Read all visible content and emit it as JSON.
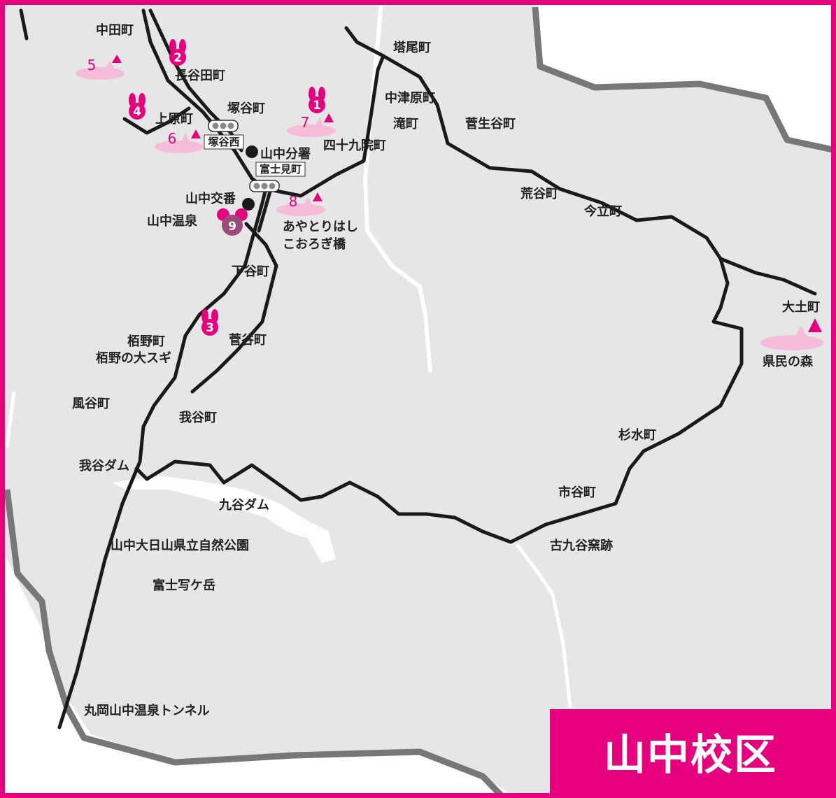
{
  "title": "山中校区",
  "colors": {
    "frame": "#e6007e",
    "land": "#e6e6e6",
    "border": "#777777",
    "road": "#1a1a1a",
    "river": "#ffffff",
    "marker": "#e6007e",
    "blossom": "#f4bcd8",
    "station": "#9b4a7b"
  },
  "places": {
    "nakata": "中田町",
    "haseda": "長谷田町",
    "uehara": "上原町",
    "tsukaya": "塚谷町",
    "tonoo": "塔尾町",
    "nakatsuhara": "中津原町",
    "taki": "滝町",
    "sugoya": "菅生谷町",
    "shijukuin": "四十九院町",
    "aratani": "荒谷町",
    "imadachi": "今立町",
    "oodo": "大土町",
    "kenmin": "県民の森",
    "shimotani": "下谷町",
    "sugatani": "菅谷町",
    "tochino": "栢野町",
    "tochino_sugi": "栢野の大スギ",
    "kazatani": "風谷町",
    "wagatani": "我谷町",
    "wagatani_dam": "我谷ダム",
    "kutani_dam": "九谷ダム",
    "sugimizu": "杉水町",
    "ichiya": "市谷町",
    "kokutani": "古九谷窯跡",
    "park": "山中大日山県立自然公園",
    "fujishagatake": "富士写ケ岳",
    "tunnel": "丸岡山中温泉トンネル",
    "police_station": "山中分署",
    "koban": "山中交番",
    "onsen": "山中温泉",
    "bridge1": "あやとりはし",
    "bridge2": "こおろぎ橋"
  },
  "signals": {
    "tsukayanishi": "塚谷西",
    "fujimi": "富士見町"
  },
  "markers": [
    "1",
    "2",
    "3",
    "4"
  ],
  "blossoms": [
    "5",
    "6",
    "7",
    "8"
  ],
  "station_number": "9"
}
